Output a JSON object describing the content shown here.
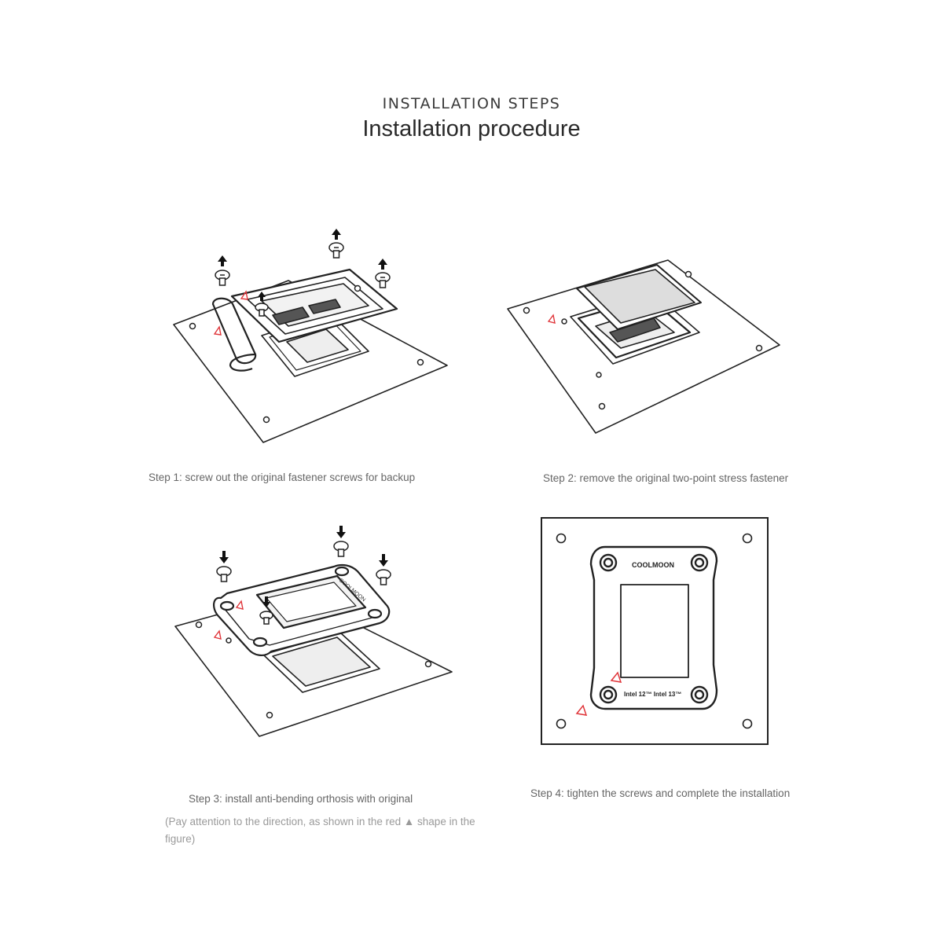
{
  "header": {
    "kicker": "INSTALLATION STEPS",
    "title": "Installation procedure"
  },
  "steps": [
    {
      "caption": "Step 1: screw out the original fastener screws for backup"
    },
    {
      "caption": "Step 2: remove the original two-point stress fastener"
    },
    {
      "caption": "Step 3: install anti-bending orthosis with original",
      "note": "(Pay attention to the direction, as shown in the red ▲ shape in the figure)"
    },
    {
      "caption": "Step 4: tighten the screws and complete the installation"
    }
  ],
  "bracket": {
    "brand": "COOLMOON",
    "compat": "Intel 12™ Intel 13™"
  },
  "colors": {
    "line": "#222222",
    "accent_triangle": "#e0353a",
    "caption": "#666666"
  },
  "icons": [
    "screw-icon",
    "arrow-up-icon",
    "arrow-down-icon",
    "direction-triangle-icon"
  ]
}
